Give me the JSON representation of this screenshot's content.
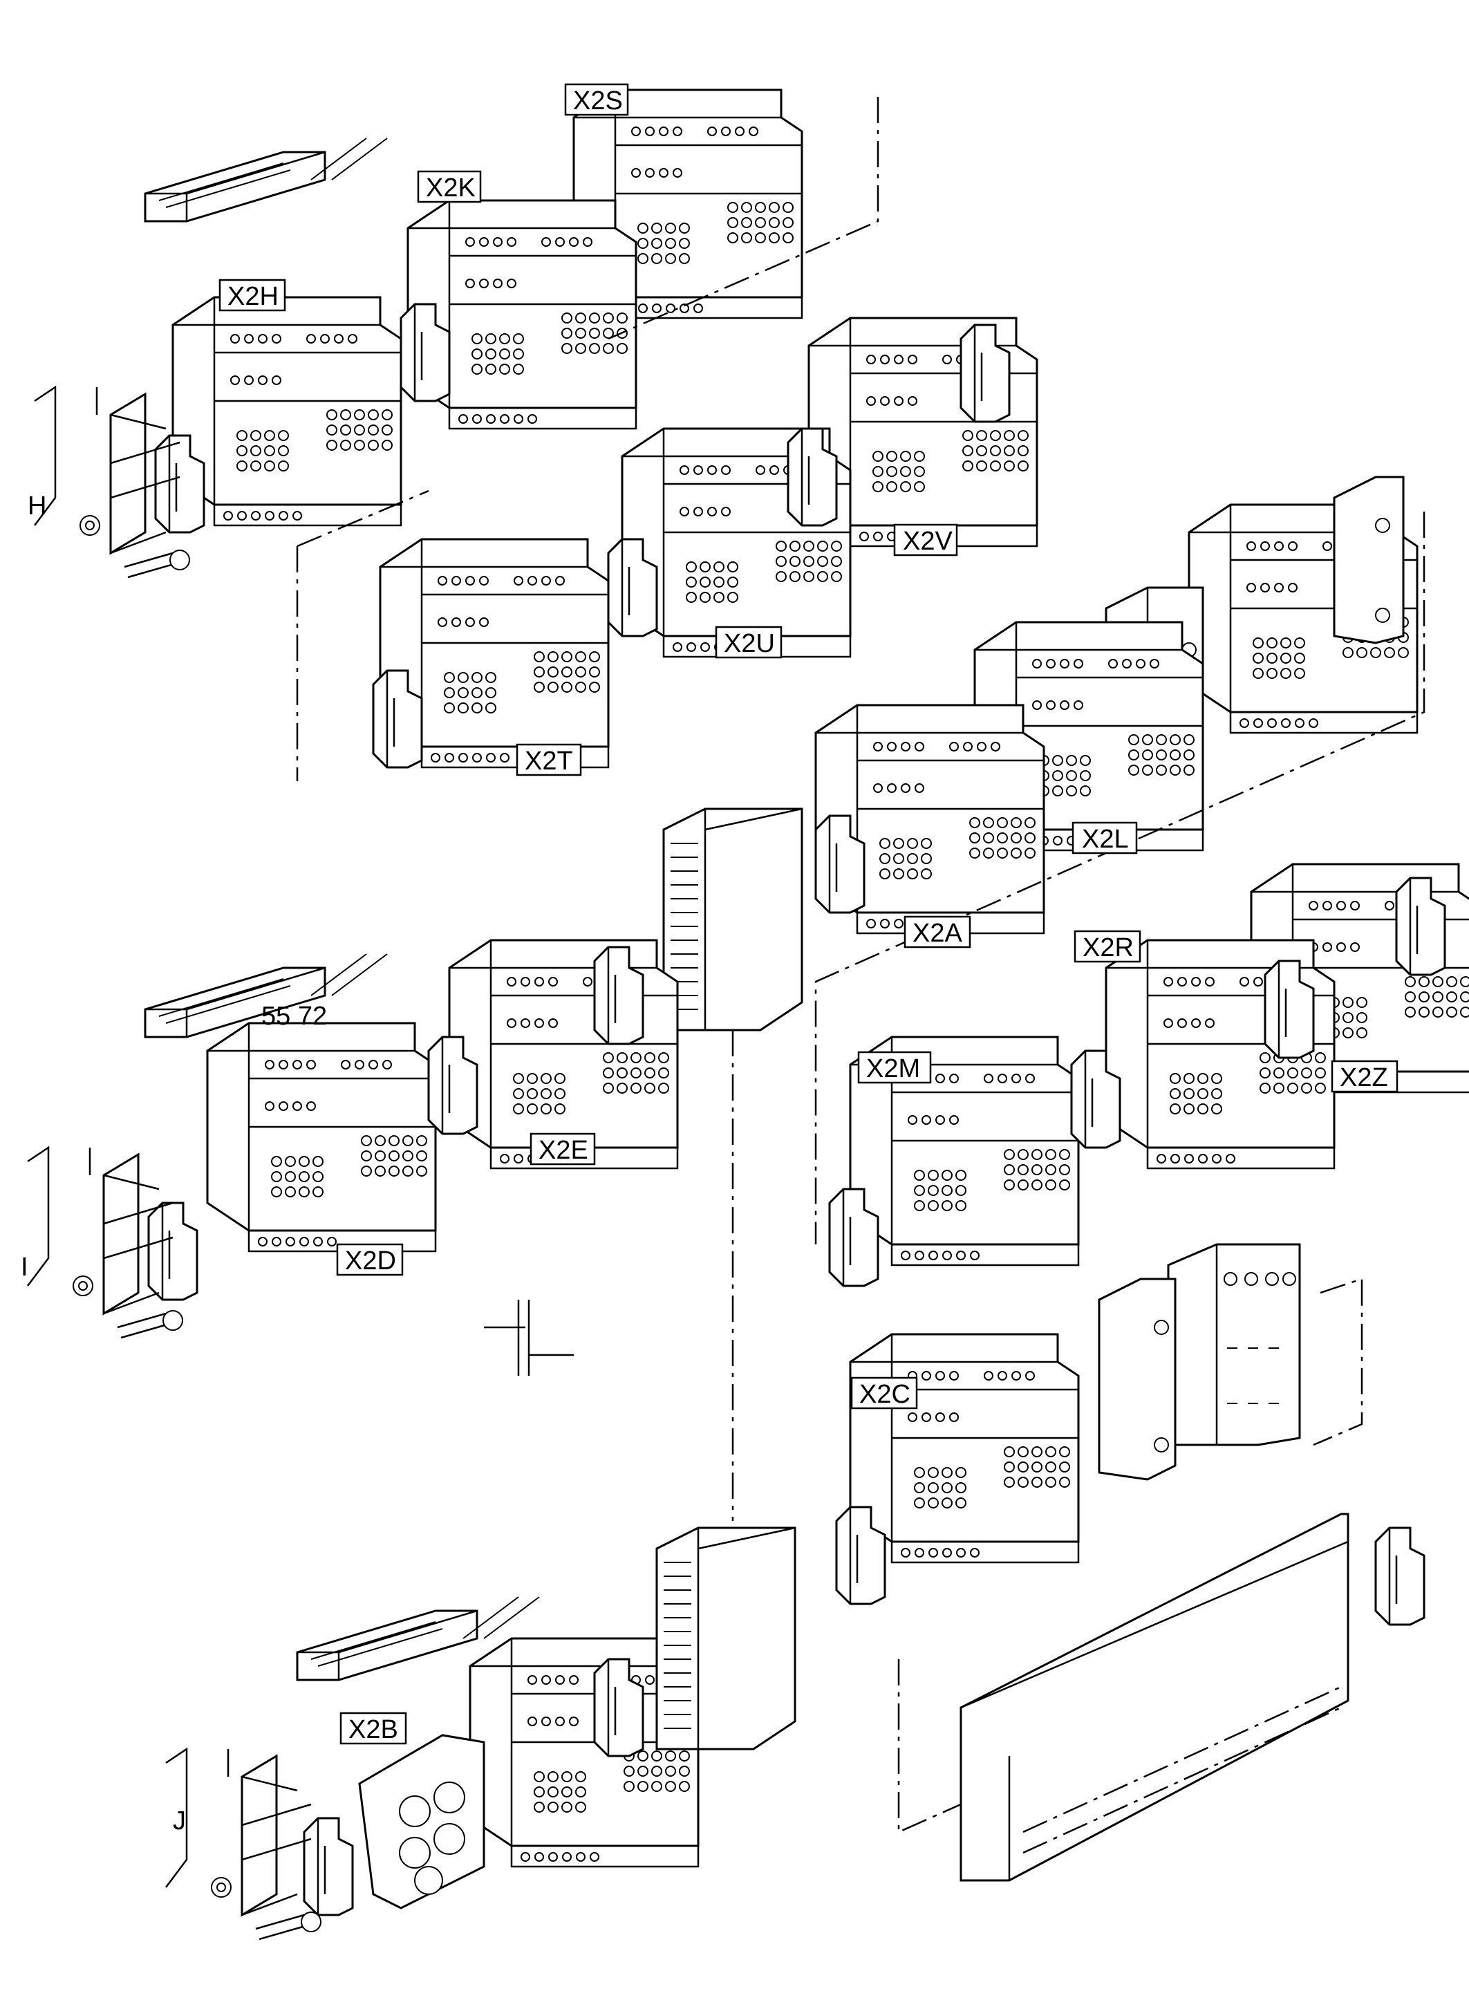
{
  "labels": {
    "x2s": "X2S",
    "x2k": "X2K",
    "x2h": "X2H",
    "x2v": "X2V",
    "x2u": "X2U",
    "x2t": "X2T",
    "x2l": "X2L",
    "x2a": "X2A",
    "x2r": "X2R",
    "x2z": "X2Z",
    "x2m": "X2M",
    "x2e": "X2E",
    "x2d": "X2D",
    "x2c": "X2C",
    "x2b": "X2B"
  },
  "group_labels": {
    "h": "H",
    "i": "I",
    "j": "J"
  },
  "part_number": "55 72"
}
